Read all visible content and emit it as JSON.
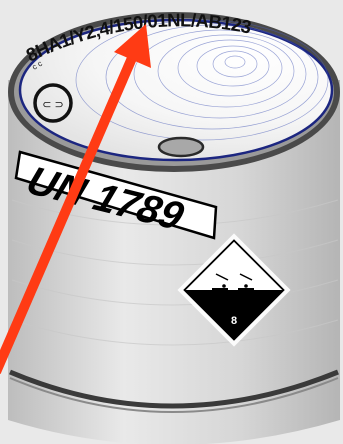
{
  "image": {
    "subject": "steel drum with UN packaging markings",
    "drum": {
      "body_color": "#d9d9d9",
      "rim_color": "#3c3c3c",
      "lid_color": "#ffffff",
      "lid_edge_color": "#1c2680"
    },
    "top_marking": {
      "text": "8HA1/Y2,4/150/01NL/AB123"
    },
    "un_label": {
      "text": "UN 1789"
    },
    "hazard_label": {
      "class_number": "8",
      "icon": "corrosive-hazard-diamond-icon",
      "color": "#000000"
    },
    "arrow": {
      "icon": "pointer-arrow-icon",
      "color": "#ff3b14"
    },
    "small_marks": {
      "left_circle_marks": "⊂ ⊃",
      "left_edge_marks": "c c"
    }
  }
}
